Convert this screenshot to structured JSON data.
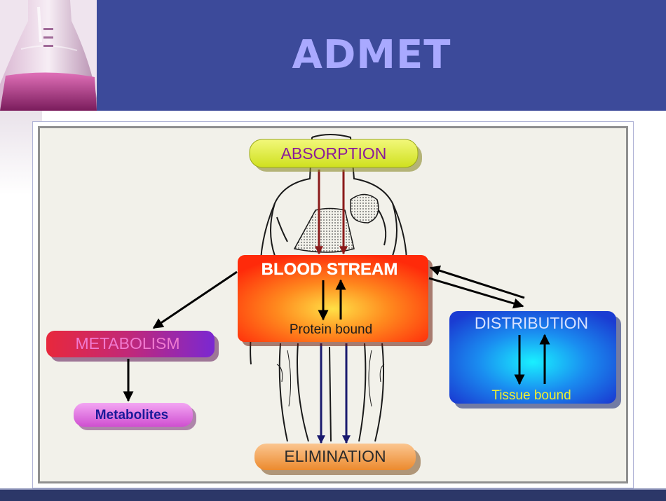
{
  "slide": {
    "title": "ADMET"
  },
  "diagram": {
    "nodes": {
      "absorption": "ABSORPTION",
      "blood_stream": "BLOOD STREAM",
      "protein_bound": "Protein bound",
      "distribution": "DISTRIBUTION",
      "tissue_bound": "Tissue bound",
      "metabolism": "METABOLISM",
      "metabolites": "Metabolites",
      "elimination": "ELIMINATION"
    }
  },
  "colors": {
    "header_bg": "#3c4a9a",
    "title": "#a9a9ff",
    "absorption": "#e6f03c",
    "blood_stream": "#ff5a14",
    "distribution": "#1e64f0",
    "metabolism": "#b4289c",
    "metabolites": "#e070e0",
    "elimination": "#f5a050"
  }
}
